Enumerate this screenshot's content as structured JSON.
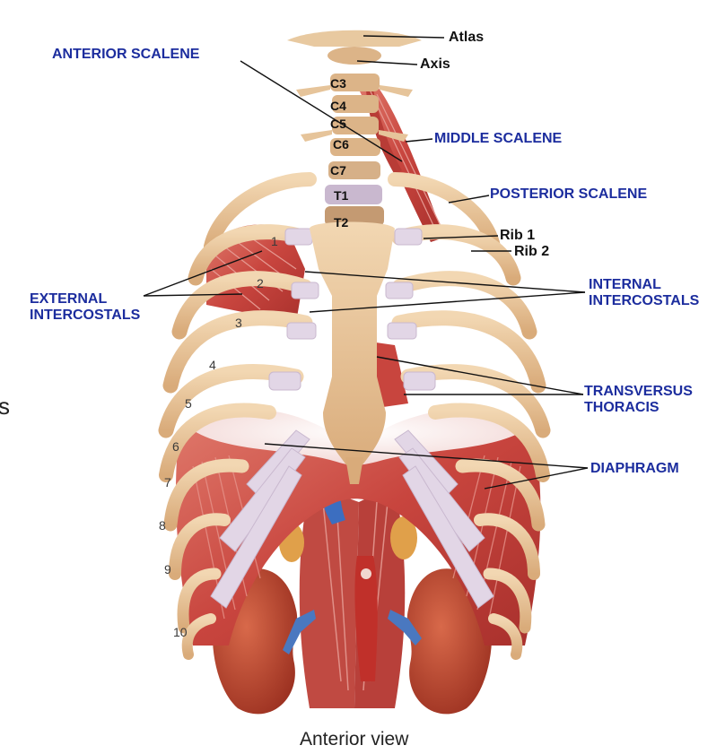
{
  "labels": {
    "atlas": "Atlas",
    "axis": "Axis",
    "c3": "C3",
    "c4": "C4",
    "c5": "C5",
    "c6": "C6",
    "c7": "C7",
    "t1": "T1",
    "t2": "T2",
    "rib1": "Rib 1",
    "rib2": "Rib 2",
    "anterior_scalene": "ANTERIOR SCALENE",
    "middle_scalene": "MIDDLE SCALENE",
    "posterior_scalene": "POSTERIOR SCALENE",
    "external_intercostals_1": "EXTERNAL",
    "external_intercostals_2": "INTERCOSTALS",
    "internal_intercostals_1": "INTERNAL",
    "internal_intercostals_2": "INTERCOSTALS",
    "transversus_thoracis_1": "TRANSVERSUS",
    "transversus_thoracis_2": "THORACIS",
    "diaphragm": "DIAPHRAGM"
  },
  "rib_numbers": [
    "1",
    "2",
    "3",
    "4",
    "5",
    "6",
    "7",
    "8",
    "9",
    "10"
  ],
  "caption": "Anterior view",
  "edge_fragment": "s",
  "colors": {
    "label_blue": "#1c2d9e",
    "bone": "#e6c49a",
    "cartilage": "#d9cfe0",
    "muscle": "#c8453e",
    "kidney": "#b8432e",
    "vessel": "#4a78c0"
  }
}
